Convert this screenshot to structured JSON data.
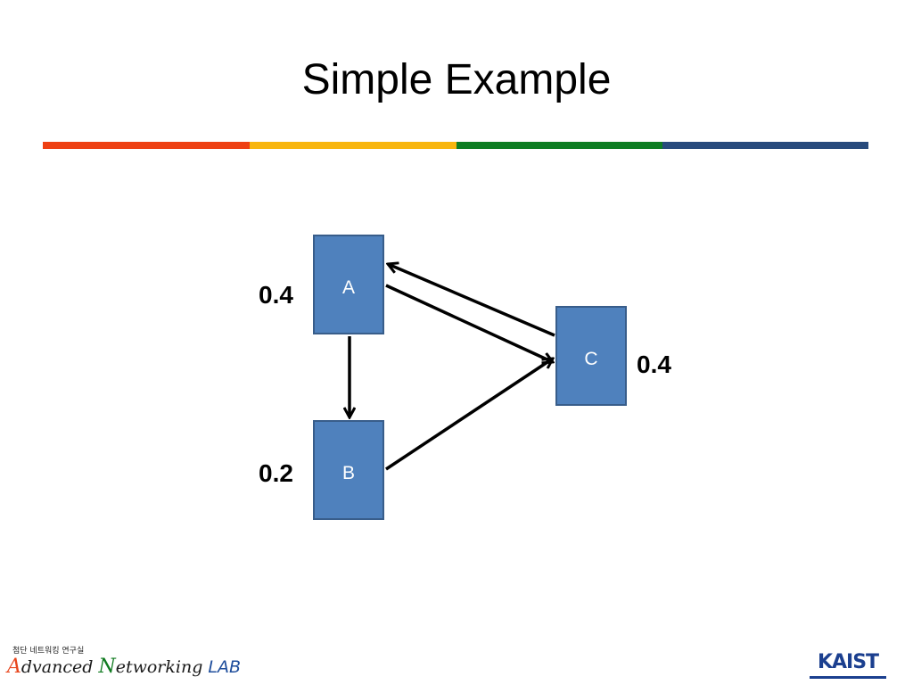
{
  "slide": {
    "title": "Simple Example",
    "rule_colors": [
      "#ee4013",
      "#f8b60f",
      "#0d7d22",
      "#274a7c"
    ]
  },
  "diagram": {
    "nodes": [
      {
        "id": "A",
        "label": "A",
        "score": "0.4"
      },
      {
        "id": "B",
        "label": "B",
        "score": "0.2"
      },
      {
        "id": "C",
        "label": "C",
        "score": "0.4"
      }
    ],
    "edges": [
      {
        "from": "A",
        "to": "B"
      },
      {
        "from": "A",
        "to": "C"
      },
      {
        "from": "C",
        "to": "A"
      },
      {
        "from": "B",
        "to": "C"
      }
    ],
    "node_fill": "#4f81bd",
    "node_border": "#385d8a"
  },
  "footer": {
    "lab_korean": "첨단 네트워킹 연구실",
    "lab_name_a": "A",
    "lab_name_rest1": "dvanced ",
    "lab_name_n": "N",
    "lab_name_rest2": "etworking ",
    "lab_name_lab": "LAB",
    "institution": "KAIST"
  }
}
